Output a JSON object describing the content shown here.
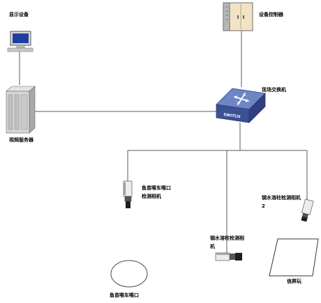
{
  "diagram": {
    "nodes": {
      "display": {
        "label": "显示设备",
        "icon": "monitor-icon"
      },
      "server": {
        "label": "视频服务器",
        "icon": "server-icon"
      },
      "cabinet": {
        "label": "设备控制器",
        "icon": "cabinet-icon"
      },
      "switch": {
        "label": "现场交换机",
        "icon": "network-switch-icon",
        "device_text": "SWITCH"
      },
      "camera_exit": {
        "label": "鱼苗喉车喉口检测相机",
        "icon": "camera-icon"
      },
      "camera_ladder_1": {
        "label": "钢水溶柱检测相机",
        "icon": "camera-icon"
      },
      "camera_ladder_2": {
        "label": "钢水溶柱检测相机2",
        "icon": "camera-icon"
      },
      "pool": {
        "label": "鱼苗喉车喉口",
        "icon": "ellipse-shape"
      },
      "screen": {
        "label": "信屏玩",
        "icon": "screen-panel-icon"
      }
    },
    "colors": {
      "line": "#595959",
      "switch_top": "#6f86c6",
      "switch_side": "#3d4f95",
      "cabinet": "#f1e3c4"
    }
  }
}
